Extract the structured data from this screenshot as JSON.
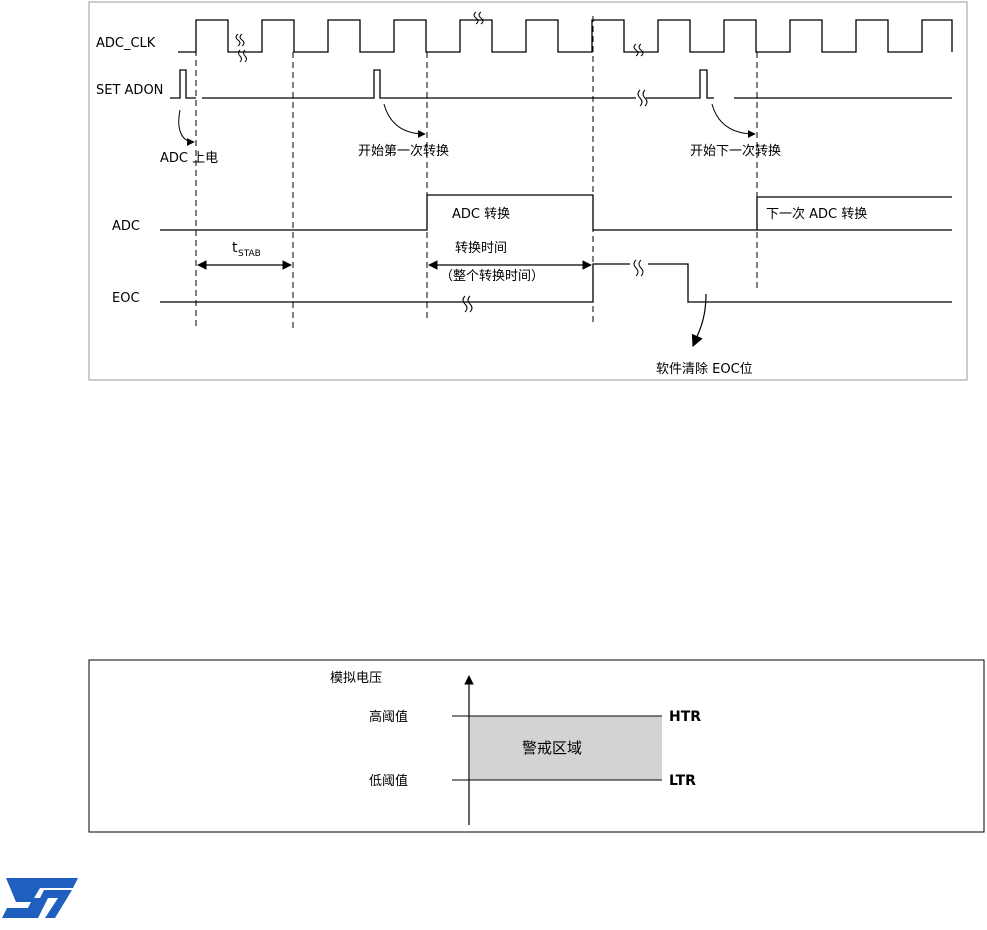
{
  "timing_diagram": {
    "signals": {
      "adc_clk": "ADC_CLK",
      "set_adon": "SET ADON",
      "adc": "ADC",
      "eoc": "EOC"
    },
    "annotations": {
      "power_on": "ADC 上电",
      "start_first": "开始第一次转换",
      "start_next": "开始下一次转换",
      "conversion": "ADC 转换",
      "next_conversion": "下一次 ADC 转换",
      "t_stab_main": "t",
      "t_stab_sub": "STAB",
      "conv_time": "转换时间",
      "conv_time_total": "（整个转换时间）",
      "clear_eoc": "软件清除 EOC位"
    }
  },
  "watchdog_diagram": {
    "y_axis_label": "模拟电压",
    "high_threshold": "高阈值",
    "low_threshold": "低阈值",
    "zone_label": "警戒区域",
    "htr": "HTR",
    "ltr": "LTR",
    "colors": {
      "zone_fill": "#d3d3d3"
    }
  },
  "logo": {
    "name": "st-logo-icon",
    "text": "ST",
    "color": "#1f5fbf"
  }
}
